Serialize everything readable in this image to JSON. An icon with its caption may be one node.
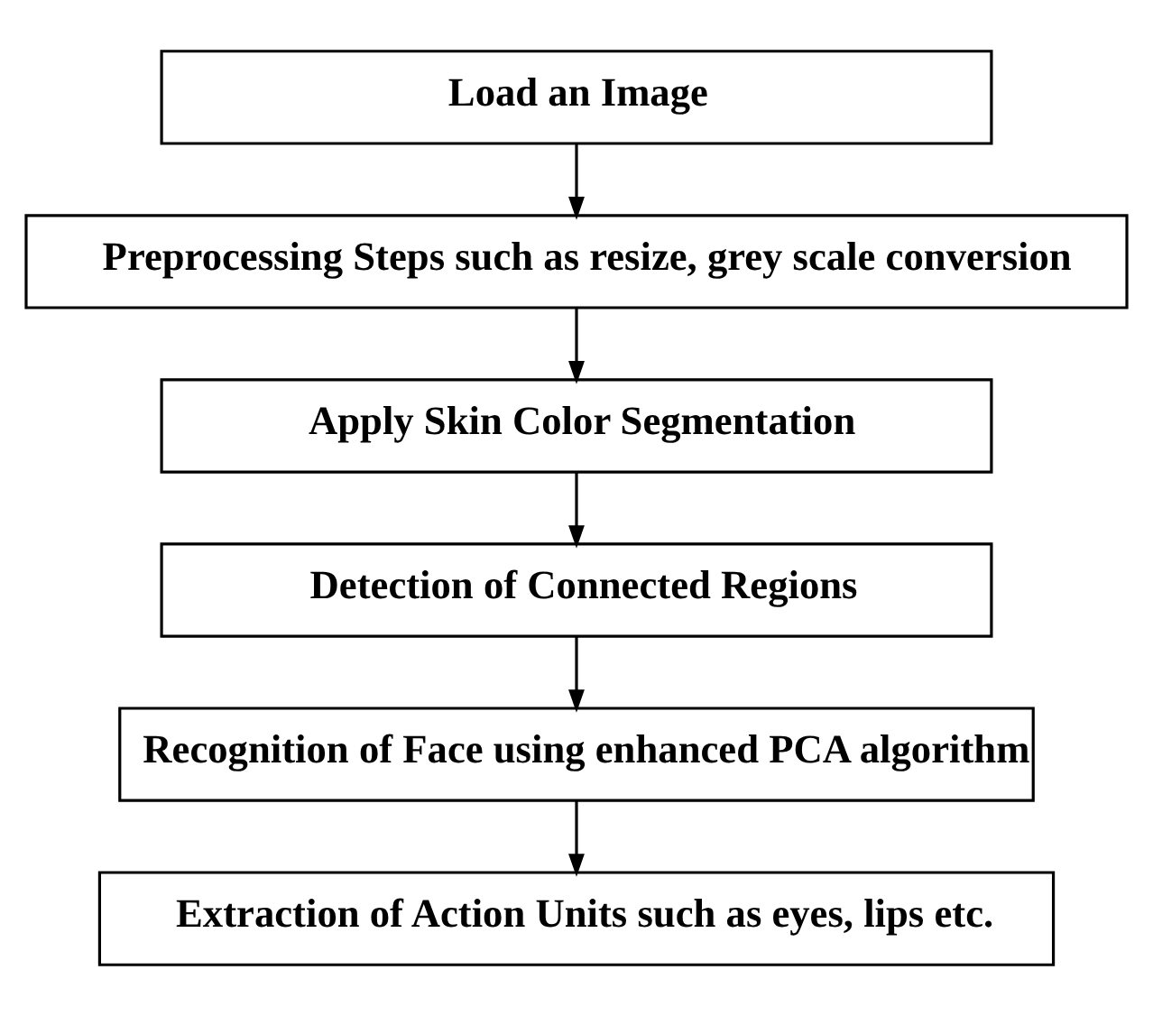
{
  "diagram": {
    "nodes": [
      {
        "text": [
          "Load an Image"
        ]
      },
      {
        "text": [
          "Preprocessing Steps such as resize, grey scale conversion"
        ]
      },
      {
        "text": [
          "Apply Skin Color Segmentation"
        ]
      },
      {
        "text": [
          "Detection of Connected Regions"
        ]
      },
      {
        "text": [
          "Recognition of Face using enhanced PCA algorithm"
        ]
      },
      {
        "text": [
          "Extraction of Action Units such as eyes, lips etc."
        ]
      }
    ],
    "edges": [
      {
        "from": 0,
        "to": 1,
        "arrow": "to"
      },
      {
        "from": 1,
        "to": 2,
        "arrow": "to"
      },
      {
        "from": 2,
        "to": 3,
        "arrow": "to"
      },
      {
        "from": 3,
        "to": 4,
        "arrow": "to"
      },
      {
        "from": 4,
        "to": 5,
        "arrow": "to"
      }
    ]
  }
}
